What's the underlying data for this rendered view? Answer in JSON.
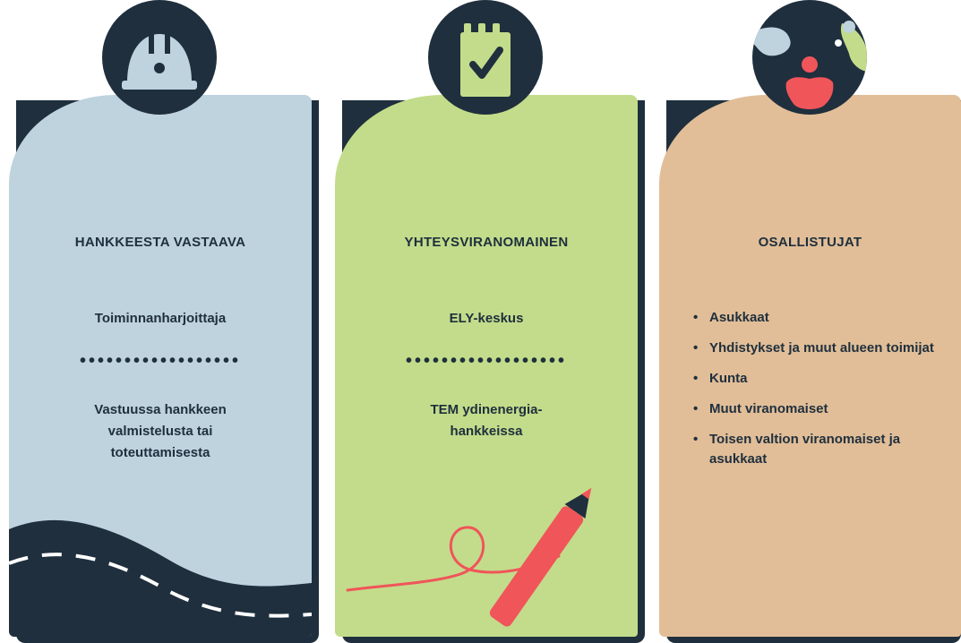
{
  "cards": [
    {
      "heading": "HANKKEESTA VASTAAVA",
      "role": "Toiminnanharjoittaja",
      "description": "Vastuussa hankkeen valmistelusta tai toteuttamisesta",
      "icon": "hard-hat-icon",
      "color": "#bed3de"
    },
    {
      "heading": "YHTEYSVIRANOMAINEN",
      "role": "ELY-keskus",
      "description": "TEM ydinenergia-hankkeissa",
      "icon": "checklist-notepad-icon",
      "color": "#c3dc8b"
    },
    {
      "heading": "OSALLISTUJAT",
      "items": [
        "Asukkaat",
        "Yhdistykset ja muut alueen toimijat",
        "Kunta",
        "Muut viranomaiset",
        "Toisen valtion viranomaiset ja asukkaat"
      ],
      "icon": "globe-people-icon",
      "color": "#e1be98"
    }
  ],
  "colors": {
    "dark": "#1f2f3d",
    "accent": "#f0555a"
  }
}
